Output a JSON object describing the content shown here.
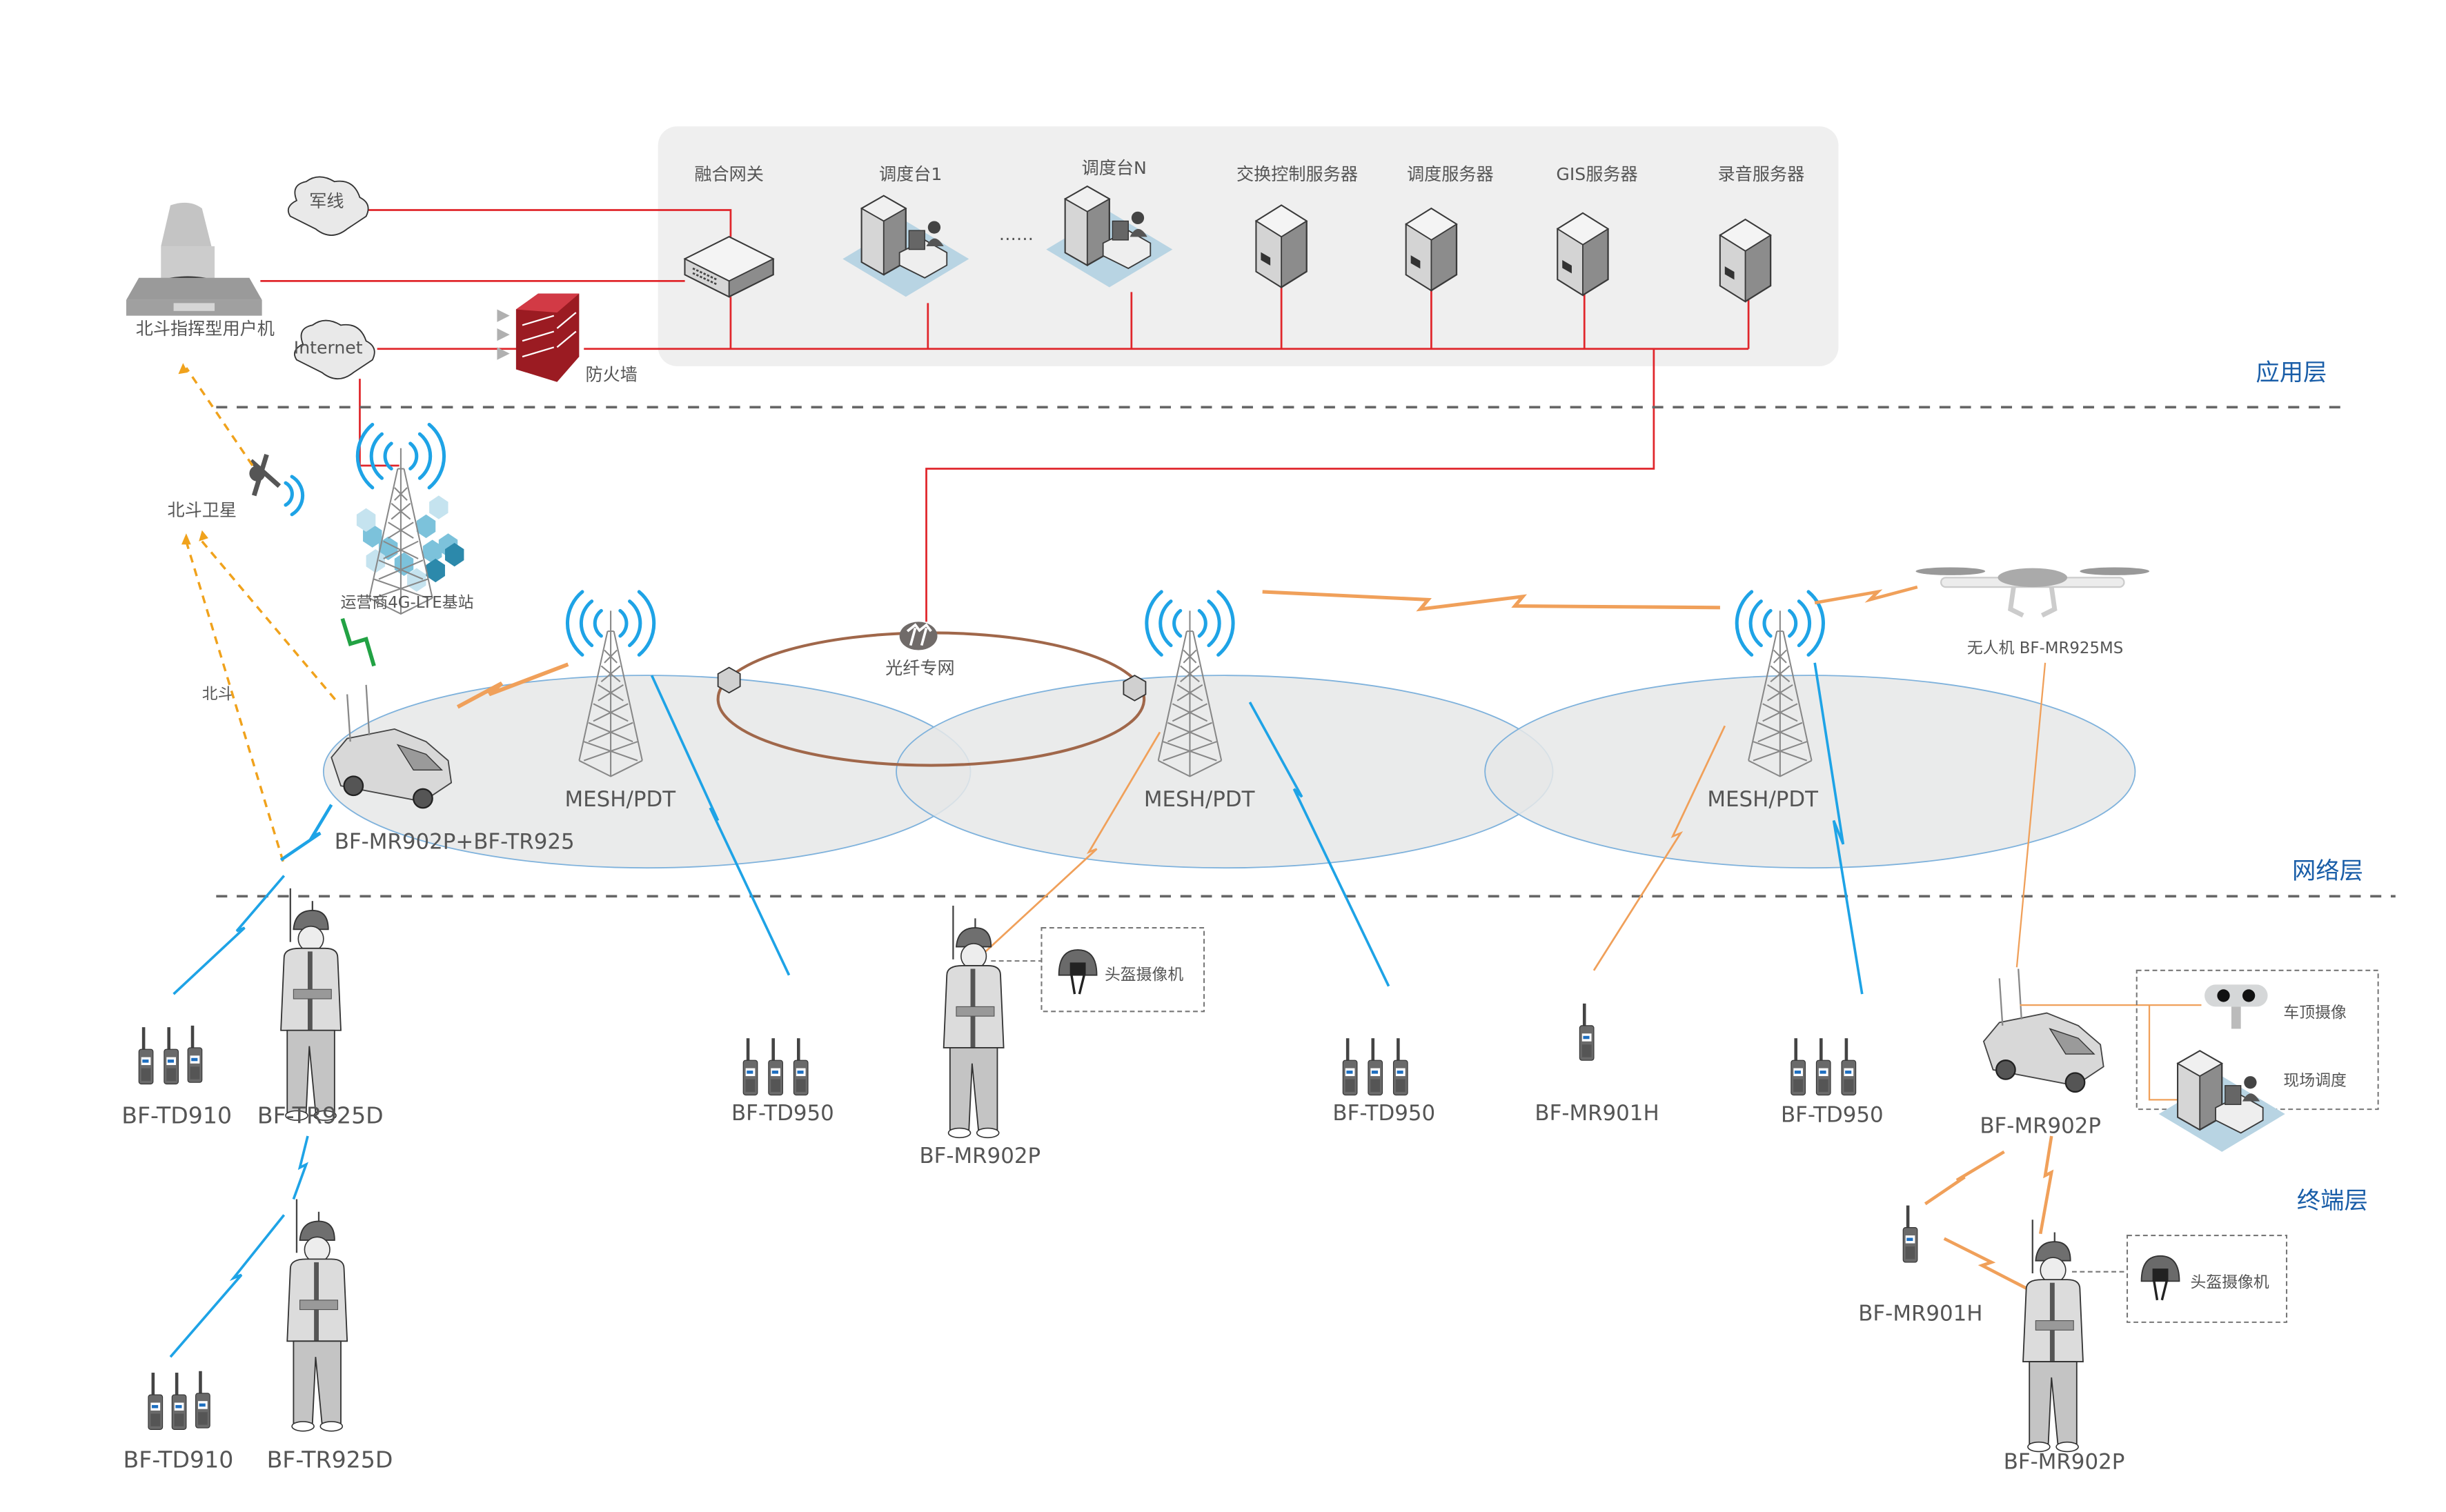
{
  "layers": {
    "application": "应用层",
    "network": "网络层",
    "terminal": "终端层"
  },
  "colors": {
    "layer_label": "#1a5ea8",
    "wired_link": "#e0262b",
    "beidou_link": "#f0a21c",
    "pdt_link": "#1ea3e6",
    "mesh_link": "#f0a05a",
    "lte_link": "#22a244",
    "fiber_ring": "#a0674a",
    "panel_bg": "#efefef"
  },
  "application_layer": {
    "panel_items": [
      {
        "id": "gateway",
        "label": "融合网关",
        "icon": "gateway-icon"
      },
      {
        "id": "console1",
        "label": "调度台1",
        "icon": "dispatch-console-icon"
      },
      {
        "id": "ellipsis",
        "label": "……"
      },
      {
        "id": "consoleN",
        "label": "调度台N",
        "icon": "dispatch-console-icon"
      },
      {
        "id": "switch_server",
        "label": "交换控制服务器",
        "icon": "server-icon"
      },
      {
        "id": "dispatch_server",
        "label": "调度服务器",
        "icon": "server-icon"
      },
      {
        "id": "gis_server",
        "label": "GIS服务器",
        "icon": "server-icon"
      },
      {
        "id": "record_server",
        "label": "录音服务器",
        "icon": "server-icon"
      }
    ],
    "beidou_terminal": "北斗指挥型用户机",
    "military_line": "军线",
    "internet": "Internet",
    "firewall": "防火墙"
  },
  "network_layer": {
    "beidou_satellite": "北斗卫星",
    "beidou_link_label": "北斗",
    "lte_station": "运营商4G-LTE基站",
    "fiber_network": "光纤专网",
    "mesh_stations": [
      "MESH/PDT",
      "MESH/PDT",
      "MESH/PDT"
    ],
    "vehicle_station": "BF-MR902P+BF-TR925",
    "drone": "无人机 BF-MR925MS"
  },
  "terminal_layer": {
    "left_group_1": {
      "radios": "BF-TD910",
      "soldier": "BF-TR925D"
    },
    "left_group_2": {
      "radios": "BF-TD910",
      "soldier": "BF-TR925D"
    },
    "td950_a": "BF-TD950",
    "soldier_mid": "BF-MR902P",
    "helmet_cam_1": "头盔摄像机",
    "td950_b": "BF-TD950",
    "mr901h_mid": "BF-MR901H",
    "td950_c": "BF-TD950",
    "vehicle_right": "BF-MR902P",
    "roof_camera": "车顶摄像",
    "field_dispatch": "现场调度",
    "mr901h_right": "BF-MR901H",
    "soldier_right": "BF-MR902P",
    "helmet_cam_2": "头盔摄像机"
  }
}
